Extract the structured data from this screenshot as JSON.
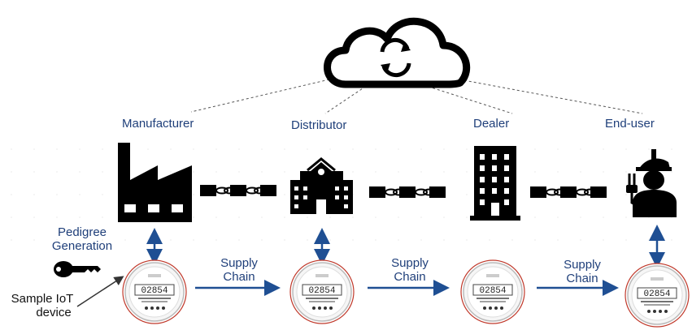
{
  "stages": {
    "manufacturer": "Manufacturer",
    "distributor": "Distributor",
    "dealer": "Dealer",
    "end_user": "End-user"
  },
  "pedigree": {
    "line1": "Pedigree",
    "line2": "Generation"
  },
  "supply_chain": {
    "line1": "Supply",
    "line2": "Chain"
  },
  "iot_label": {
    "line1": "Sample IoT",
    "line2": "device"
  },
  "meter_reading": "02854",
  "colors": {
    "label_blue": "#1f3f7a",
    "arrow_blue": "#1f4f93",
    "icon_black": "#000000",
    "meter_ring": "#c0392b"
  },
  "icons": [
    "cloud-icon",
    "sync-icon",
    "factory-icon",
    "school-building-icon",
    "office-building-icon",
    "worker-icon",
    "chain-icon",
    "key-icon",
    "smart-meter-icon"
  ]
}
